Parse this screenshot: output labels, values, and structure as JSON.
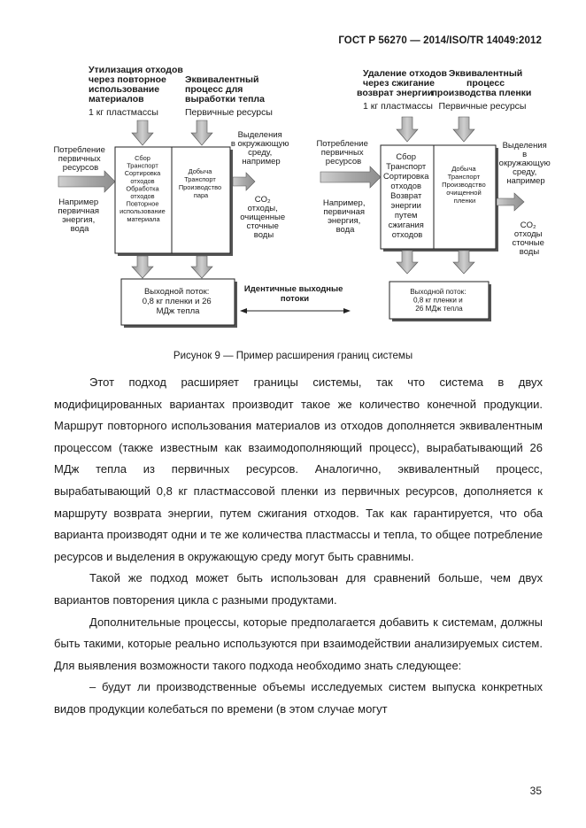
{
  "header": {
    "title": "ГОСТ Р 56270 — 2014/ISO/TR 14049:2012"
  },
  "figure": {
    "left": {
      "heading_main": [
        "Утилизация отходов",
        "через повторное",
        "использование",
        "материалов"
      ],
      "heading_main_sub": "1 кг пластмассы",
      "heading_equiv": [
        "Эквивалентный",
        "процесс для",
        "выработки тепла"
      ],
      "heading_equiv_sub": "Первичные ресурсы",
      "input_label": [
        "Потребление",
        "первичных",
        "ресурсов"
      ],
      "example_label": [
        "Например",
        "первичная",
        "энергия,",
        "вода"
      ],
      "box_main": [
        "Сбор",
        "Транспорт",
        "Сортировка",
        "отходов",
        "Обработка",
        "отходов",
        "Повторное",
        "использование",
        "материала"
      ],
      "box_equiv": [
        "Добыча",
        "",
        "Транспорт",
        "",
        "Производство",
        "пара"
      ],
      "emission_label": [
        "Выделения",
        "в окружающую",
        "среду,",
        "например"
      ],
      "emission_values": [
        "CO₂",
        "отходы,",
        "очищенные",
        "сточные",
        "воды"
      ],
      "output": [
        "Выходной поток:",
        "0,8 кг пленки и 26",
        "МДж тепла"
      ]
    },
    "middle": {
      "identical": [
        "Идентичные выходные",
        "потоки"
      ]
    },
    "right": {
      "heading_main": [
        "Удаление отходов",
        "через сжигание",
        "возврат энергии"
      ],
      "heading_main_sub": "1 кг пластмассы",
      "heading_equiv": [
        "Эквивалентный",
        "процесс",
        "производства пленки"
      ],
      "heading_equiv_sub": "Первичные ресурсы",
      "input_label": [
        "Потребление",
        "первичных",
        "ресурсов"
      ],
      "example_label": [
        "Например,",
        "первичная",
        "энергия,",
        "вода"
      ],
      "box_main": [
        "Сбор",
        "Транспорт",
        "Сортировка",
        "отходов",
        "Возврат",
        "энергии",
        "путем",
        "сжигания",
        "отходов"
      ],
      "box_equiv": [
        "Добыча",
        "",
        "Транспорт",
        "",
        "Производство",
        "очищенной",
        "пленки"
      ],
      "emission_label": [
        "Выделения",
        "в",
        "окружающую",
        "среду,",
        "например"
      ],
      "emission_values": [
        "CO₂",
        "отходы",
        "сточные",
        "воды"
      ],
      "output": [
        "Выходной поток:",
        "0,8 кг пленки и",
        "26 МДж тепла"
      ]
    },
    "caption": "Рисунок 9 — Пример расширения границ системы"
  },
  "paragraphs": [
    "Этот подход расширяет границы системы, так что система в двух модифицированных вариантах производит такое же количество конечной продукции. Маршрут повторного использования материалов из отходов дополняется эквивалентным процессом (также известным как взаимодополняющий процесс), вырабатывающий 26 МДж тепла из первичных ресурсов. Аналогично, эквивалентный процесс, вырабатывающий 0,8 кг пластмассовой пленки из первичных ресурсов, дополняется к маршруту возврата энергии, путем сжигания отходов. Так как гарантируется, что оба варианта производят одни и те же количества пластмассы и тепла, то общее потребление ресурсов и выделения в окружающую среду могут быть сравнимы.",
    "Такой же подход может быть использован для сравнений больше, чем двух вариантов повторения цикла с разными продуктами.",
    "Дополнительные процессы, которые предполагается добавить к системам, должны быть такими, которые реально используются при взаимодействии анализируемых систем. Для выявления возможности такого подхода необходимо знать следующее:",
    "– будут ли производственные объемы исследуемых систем выпуска конкретных видов продукции колебаться по времени (в этом случае могут"
  ],
  "page_number": "35"
}
